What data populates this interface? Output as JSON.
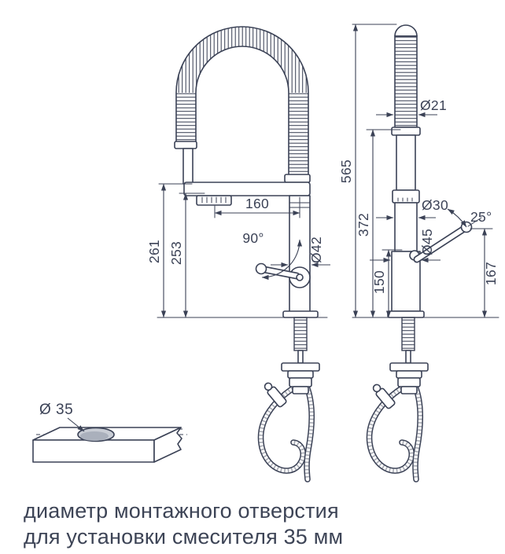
{
  "figure": {
    "type": "technical-drawing",
    "subject": "kitchen faucet installation dimensions"
  },
  "front_view": {
    "spout_reach": "160",
    "handle_rotation": "90°",
    "height_to_spout_top": "261",
    "height_to_spout": "253",
    "body_diameter": "Ø42"
  },
  "side_view": {
    "total_height": "565",
    "hose_diameter": "Ø21",
    "spout_height": "372",
    "body_diameter": "Ø30",
    "base_diameter": "Ø45",
    "base_height": "150",
    "handle_tilt": "25°",
    "handle_height": "167"
  },
  "countertop": {
    "hole_diameter": "Ø 35"
  },
  "caption": {
    "line1": "диаметр монтажного отверстия",
    "line2": "для установки смесителя 35 мм"
  },
  "colors": {
    "line": "#3B4256",
    "text": "#3D4456",
    "hole_fill": "#C9CDD5",
    "hole_inner": "#AAB0BC",
    "background": "#FFFFFF"
  }
}
